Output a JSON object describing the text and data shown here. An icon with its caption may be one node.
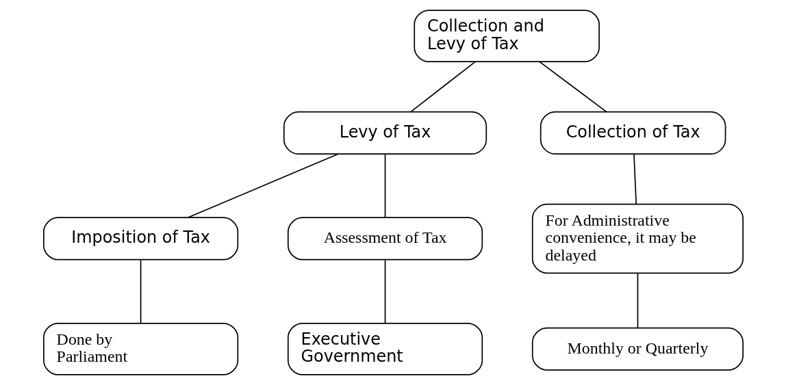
{
  "diagram": {
    "nodes": [
      {
        "text": [
          "Collection and Levy of Tax"
        ]
      },
      {
        "text": [
          "Levy of Tax"
        ]
      },
      {
        "text": [
          "Collection of Tax"
        ]
      },
      {
        "text": [
          "Imposition of Tax"
        ]
      },
      {
        "text": [
          "Assessment of Tax"
        ]
      },
      {
        "text": [
          "Done by Parliament"
        ]
      },
      {
        "text": [
          "Executive Government"
        ]
      },
      {
        "text": [
          "For Administrative convenience, it may be delayed"
        ]
      },
      {
        "text": [
          "Monthly or Quarterly"
        ]
      }
    ],
    "edges": [
      {
        "from": 0,
        "to": 1,
        "arrow": "none"
      },
      {
        "from": 0,
        "to": 2,
        "arrow": "none"
      },
      {
        "from": 1,
        "to": 3,
        "arrow": "none"
      },
      {
        "from": 1,
        "to": 4,
        "arrow": "none"
      },
      {
        "from": 3,
        "to": 5,
        "arrow": "none"
      },
      {
        "from": 4,
        "to": 6,
        "arrow": "none"
      },
      {
        "from": 2,
        "to": 7,
        "arrow": "none"
      },
      {
        "from": 7,
        "to": 8,
        "arrow": "none"
      }
    ]
  }
}
